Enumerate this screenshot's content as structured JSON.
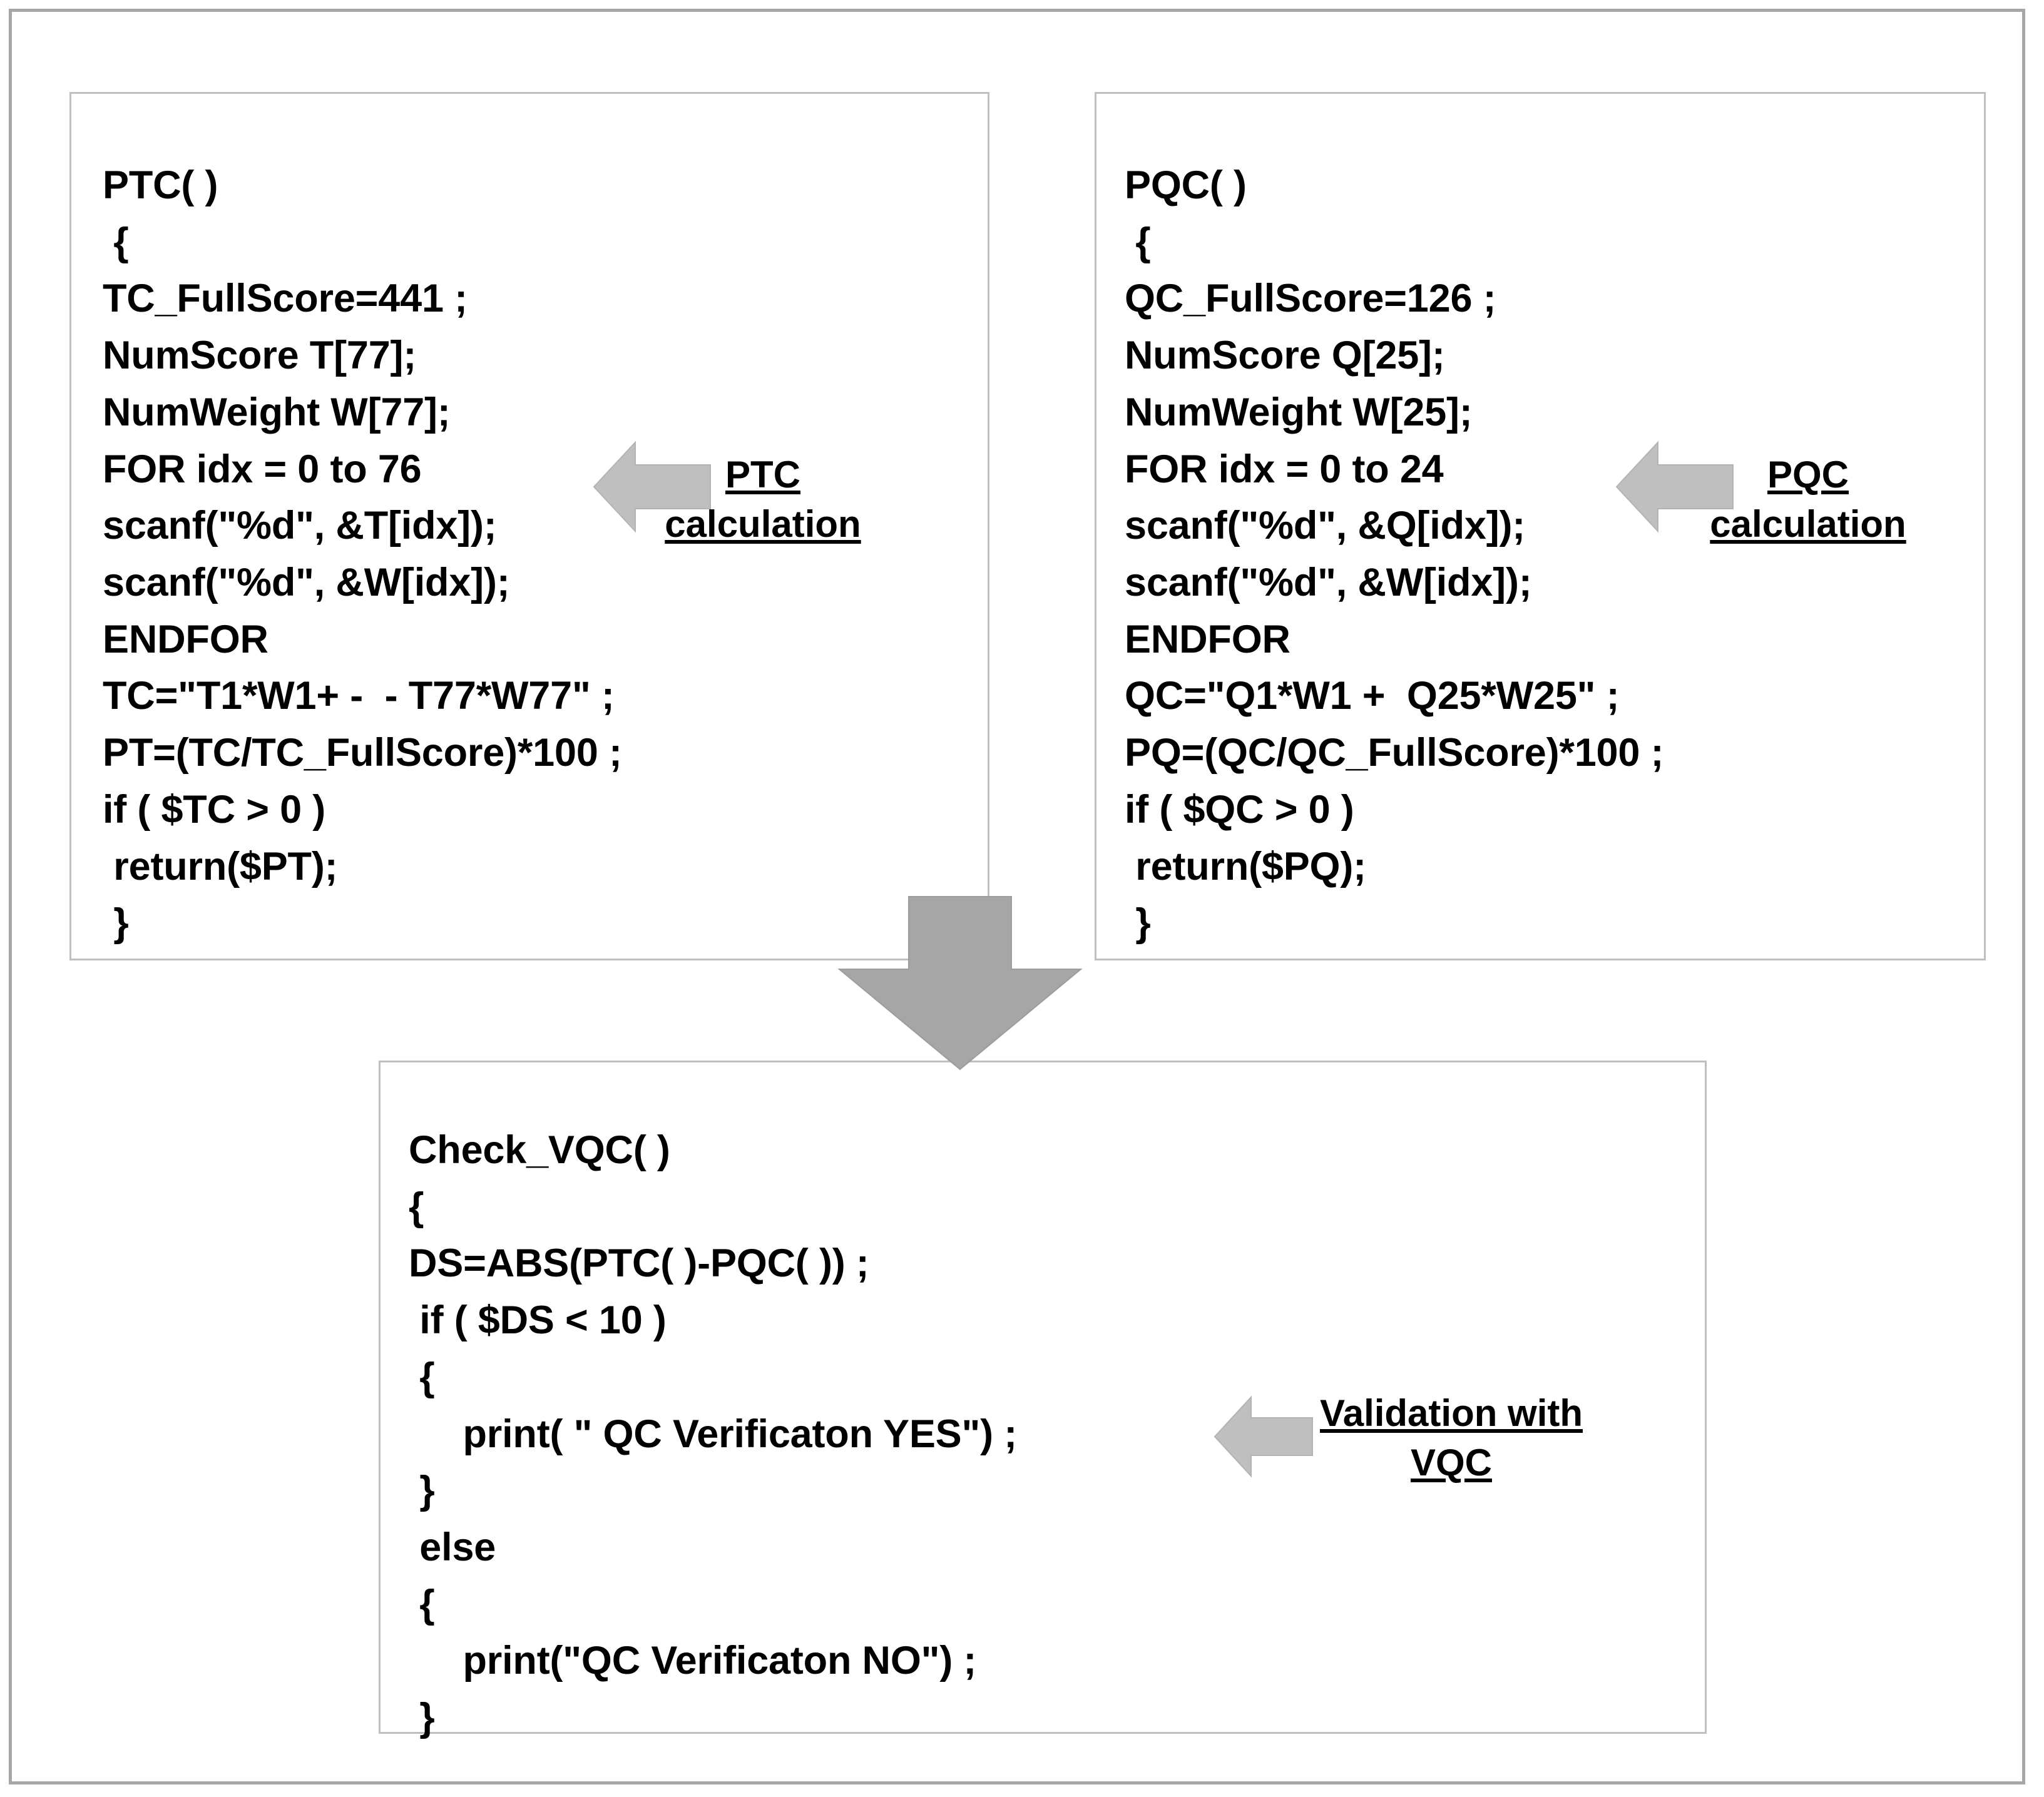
{
  "diagram": {
    "title": "QC verification pseudocode flow",
    "colors": {
      "frame_border": "#a6a6a6",
      "box_border": "#bfbfbf",
      "arrow_fill": "#bfbfbf",
      "arrow_stroke": "#a6a6a6",
      "text": "#000000",
      "background": "#ffffff"
    },
    "boxes": {
      "ptc": {
        "name": "PTC calculation box",
        "code": "PTC( )\n {\nTC_FullScore=441 ;\nNumScore T[77];\nNumWeight W[77];\nFOR idx = 0 to 76\nscanf(\"%d\", &T[idx]);\nscanf(\"%d\", &W[idx]);\nENDFOR\nTC=\"T1*W1+ -  - T77*W77\" ;\nPT=(TC/TC_FullScore)*100 ;\nif ( $TC > 0 )\n return($PT);\n }"
      },
      "pqc": {
        "name": "PQC calculation box",
        "code": "PQC( )\n {\nQC_FullScore=126 ;\nNumScore Q[25];\nNumWeight W[25];\nFOR idx = 0 to 24\nscanf(\"%d\", &Q[idx]);\nscanf(\"%d\", &W[idx]);\nENDFOR\nQC=\"Q1*W1 +  Q25*W25\" ;\nPQ=(QC/QC_FullScore)*100 ;\nif ( $QC > 0 )\n return($PQ);\n }"
      },
      "vqc": {
        "name": "Check_VQC validation box",
        "code": "Check_VQC( )\n{\nDS=ABS(PTC( )-PQC( )) ;\n if ( $DS < 10 )\n {\n     print( \" QC Verificaton YES\") ;\n }\n else\n {\n     print(\"QC Verificaton NO\") ;\n }"
      }
    },
    "annotations": {
      "ptc": "PTC\ncalculation",
      "pqc": "PQC\ncalculation",
      "vqc": "Validation with\nVQC"
    },
    "arrows": {
      "ptc_arrow": "left-arrow",
      "pqc_arrow": "left-arrow",
      "vqc_arrow": "left-arrow",
      "flow_arrow": "down-arrow"
    }
  }
}
